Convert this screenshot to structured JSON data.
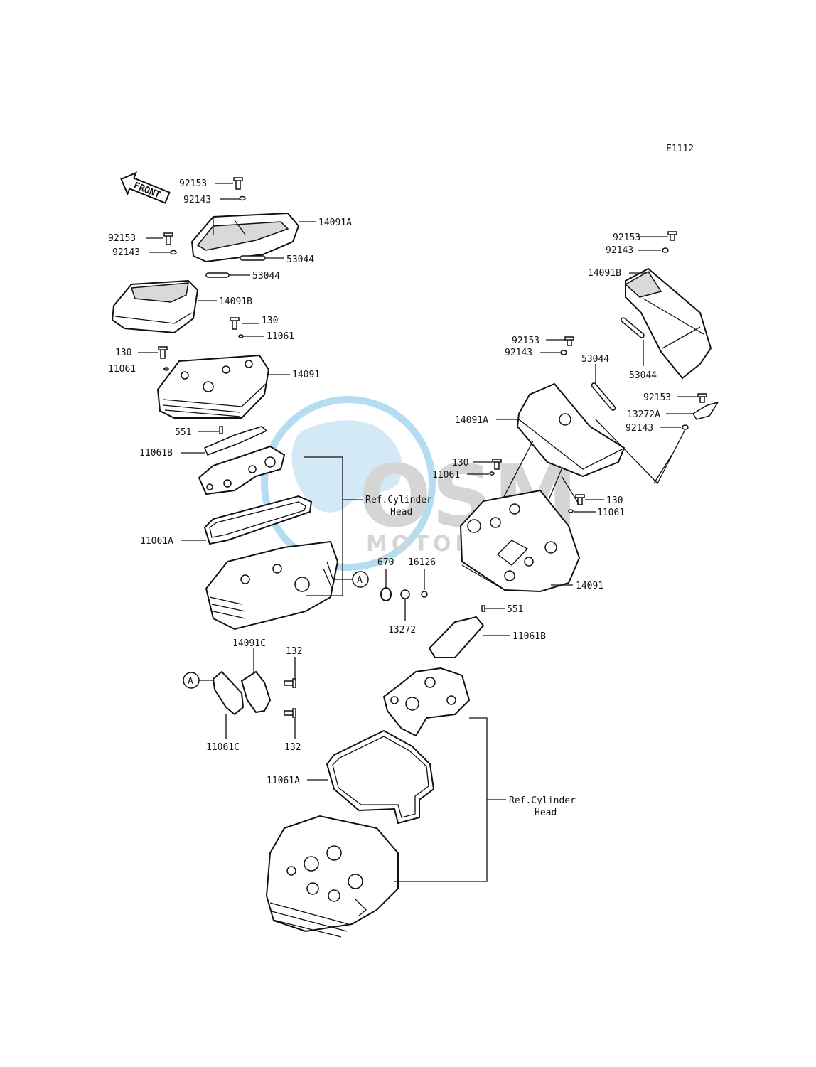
{
  "diagram_code": "E1112",
  "front_arrow_label": "FRONT",
  "watermark": {
    "brand": "OSM",
    "tagline": "MOTORPARTS",
    "color_blue": "#2f9fd8",
    "color_grey": "#8a8a8a"
  },
  "ref_label": {
    "line1": "Ref.Cylinder",
    "line2": "Head"
  },
  "callout_marker": "A",
  "labels": {
    "front_92153_a": "92153",
    "front_92143_a": "92143",
    "front_14091A": "14091A",
    "front_92153_b": "92153",
    "front_92143_b": "92143",
    "front_53044_a": "53044",
    "front_53044_b": "53044",
    "front_14091B": "14091B",
    "front_130_a": "130",
    "front_11061_a": "11061",
    "front_130_b": "130",
    "front_11061_b": "11061",
    "front_14091": "14091",
    "front_551": "551",
    "front_11061B": "11061B",
    "front_11061A": "11061A",
    "mid_670": "670",
    "mid_16126": "16126",
    "mid_13272": "13272",
    "mid_14091C": "14091C",
    "mid_132_a": "132",
    "mid_132_b": "132",
    "mid_11061C": "11061C",
    "rear_92153_a": "92153",
    "rear_92143_a": "92143",
    "rear_14091B": "14091B",
    "rear_53044_a": "53044",
    "rear_53044_b": "53044",
    "rear_92153_b": "92153",
    "rear_92143_b": "92143",
    "rear_92153_c": "92153",
    "rear_13272A": "13272A",
    "rear_92143_c": "92143",
    "rear_14091A": "14091A",
    "rear_130_a": "130",
    "rear_11061_a": "11061",
    "rear_130_b": "130",
    "rear_11061_b": "11061",
    "rear_14091": "14091",
    "rear_551": "551",
    "rear_11061B": "11061B",
    "rear_11061A": "11061A"
  }
}
